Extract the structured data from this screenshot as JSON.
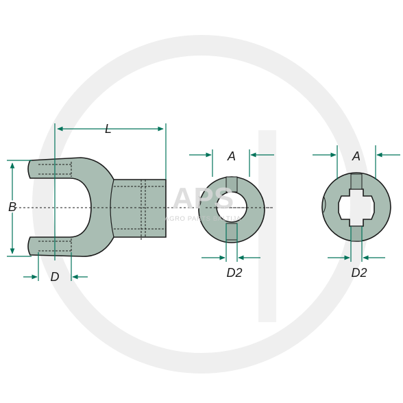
{
  "labels": {
    "length": "L",
    "height": "B",
    "bore": "D",
    "a_left": "A",
    "d2_left": "D2",
    "a_right": "A",
    "d2_right": "D2"
  },
  "watermark": {
    "brand": "APS",
    "tagline": "AGRO PARTS BALTIJA"
  },
  "colors": {
    "part_fill": "#a9bdb3",
    "outline": "#1a1a1a",
    "dimension": "#00735a",
    "watermark": "#ececec"
  }
}
